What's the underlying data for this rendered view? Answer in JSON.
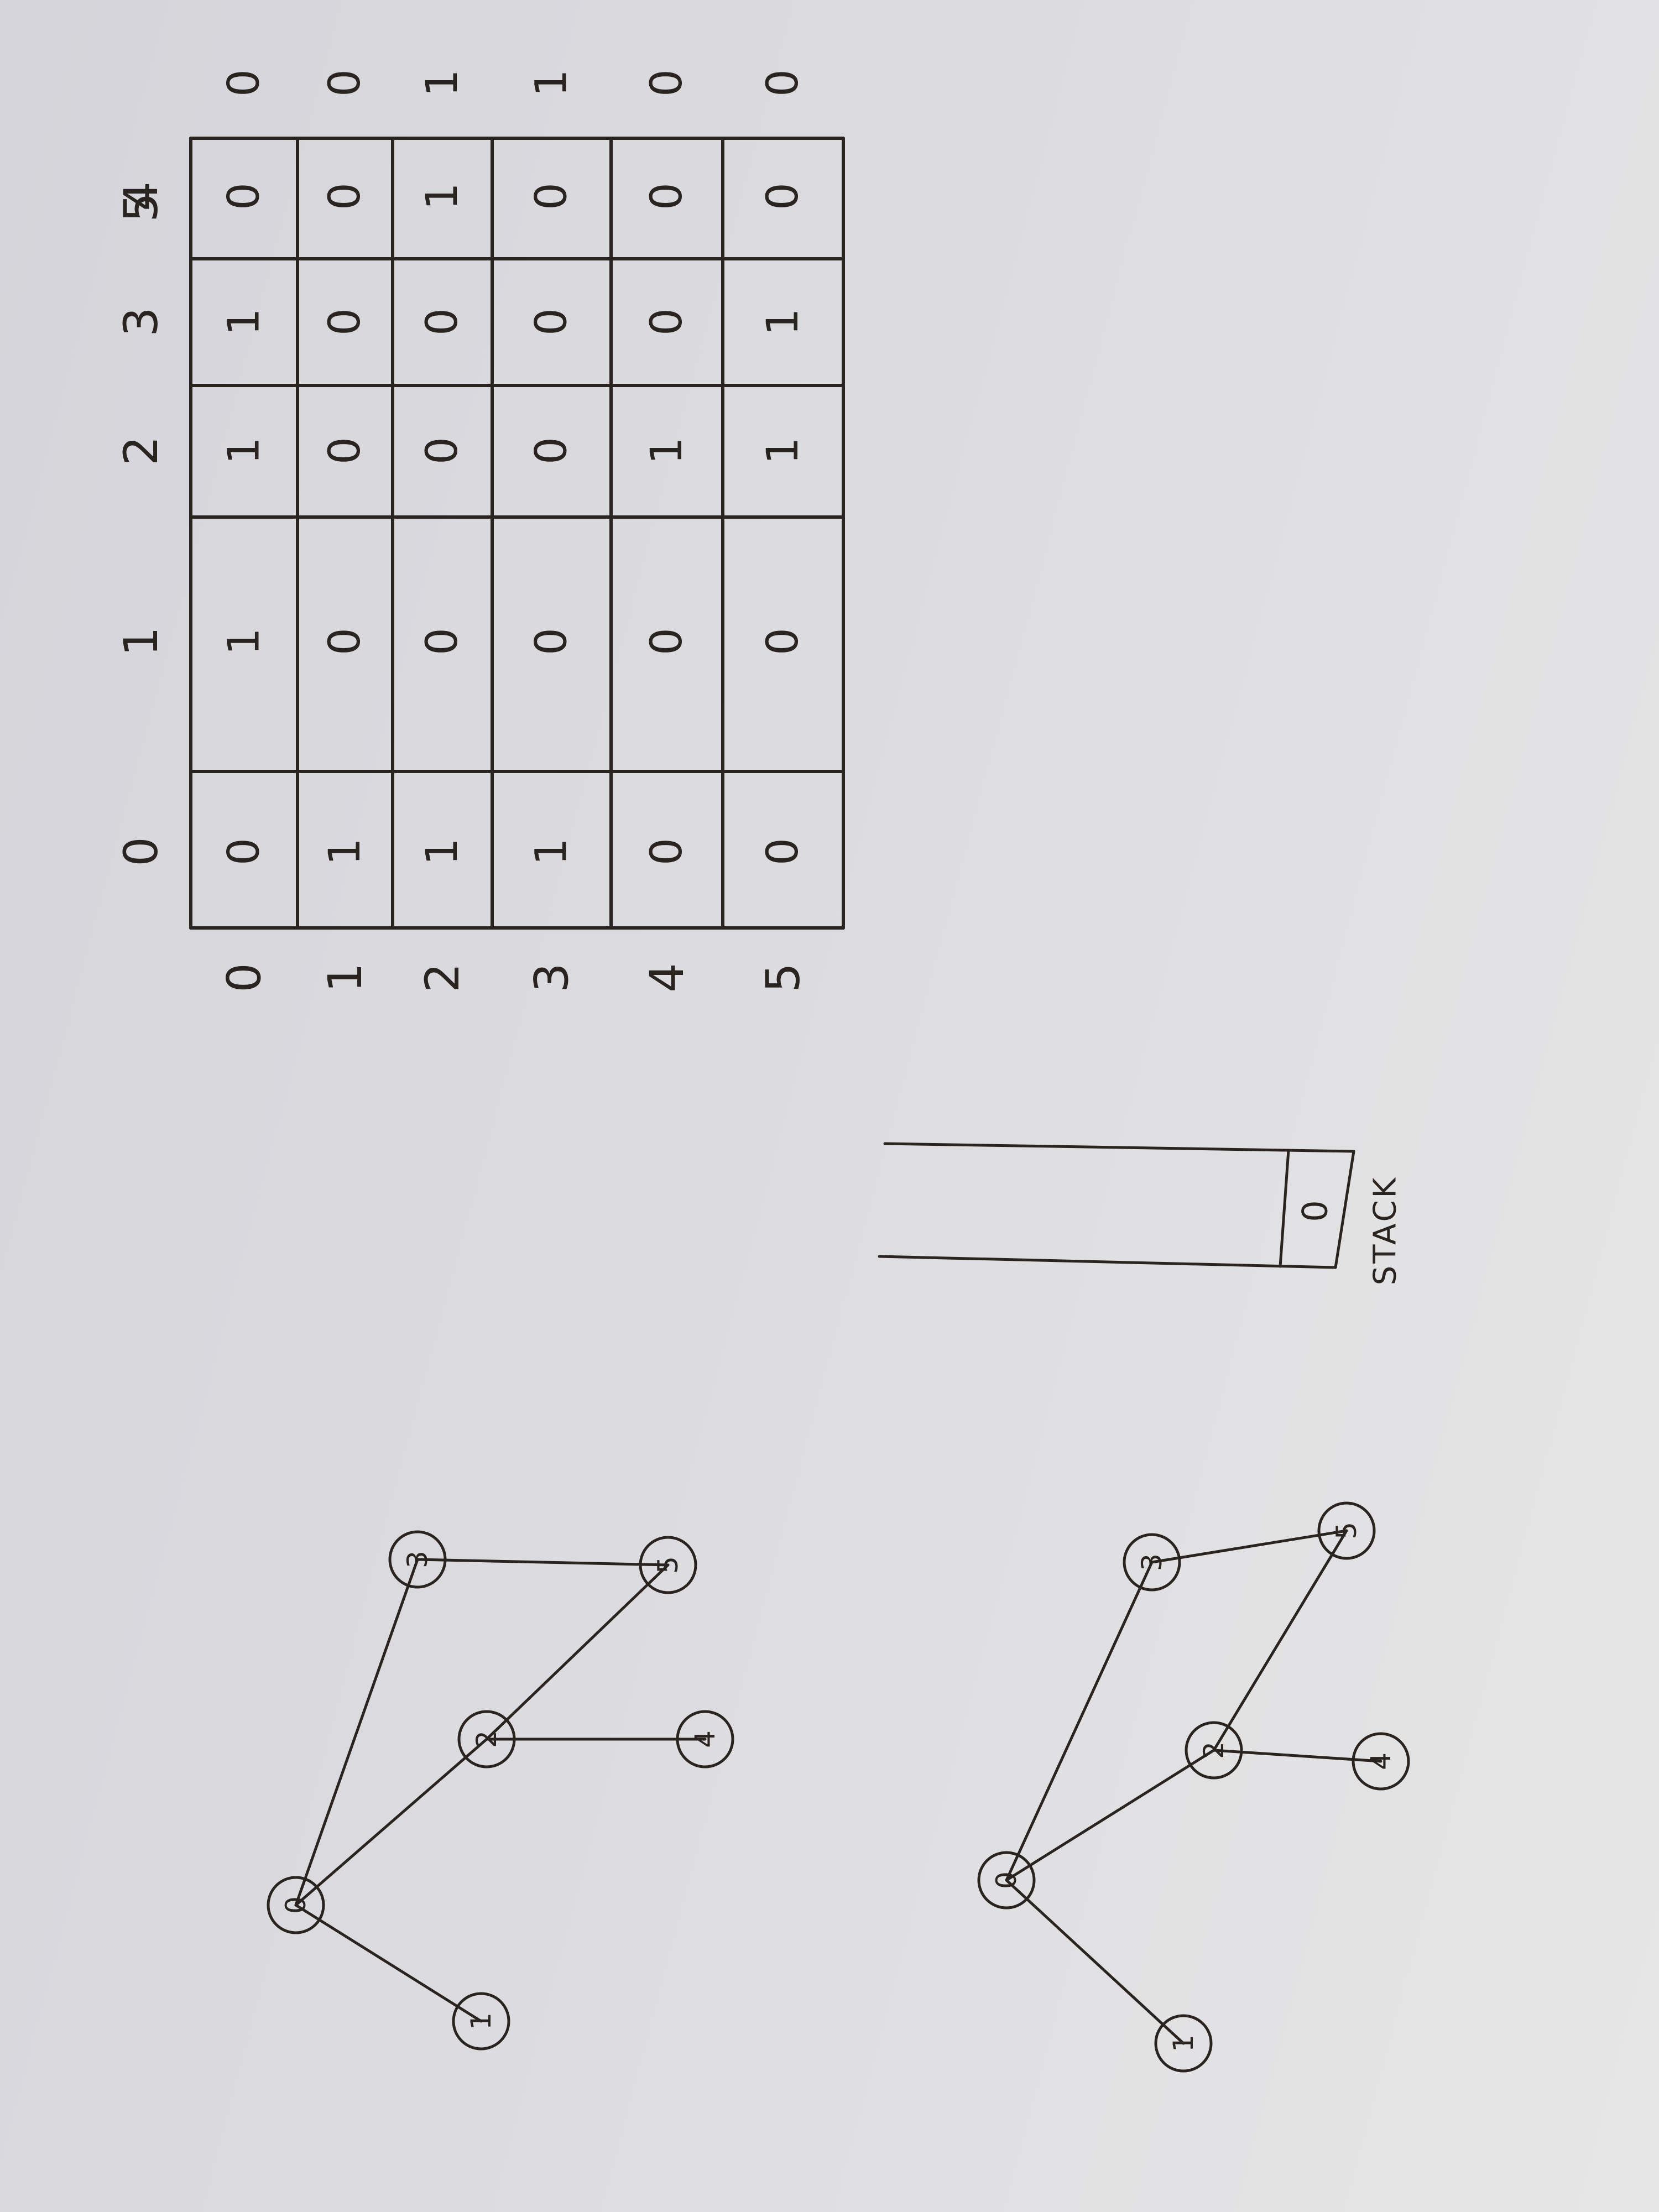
{
  "matrix": {
    "row_labels": [
      "0",
      "1",
      "2",
      "3",
      "4",
      "5"
    ],
    "col_labels": [
      "0",
      "1",
      "2",
      "3",
      "4",
      "5"
    ],
    "cells": [
      [
        "0",
        "1",
        "1",
        "1",
        "0",
        "0"
      ],
      [
        "1",
        "0",
        "0",
        "0",
        "0",
        "0"
      ],
      [
        "1",
        "0",
        "0",
        "0",
        "1",
        "1"
      ],
      [
        "1",
        "0",
        "0",
        "0",
        "0",
        "1"
      ],
      [
        "0",
        "0",
        "1",
        "0",
        "0",
        "0"
      ],
      [
        "0",
        "0",
        "1",
        "1",
        "0",
        "0"
      ]
    ]
  },
  "stack": {
    "caption": "STACK",
    "items": [
      "0"
    ]
  },
  "graphs": [
    {
      "nodes": [
        "0",
        "1",
        "2",
        "3",
        "4",
        "5"
      ],
      "edges": [
        [
          "0",
          "1"
        ],
        [
          "0",
          "2"
        ],
        [
          "0",
          "3"
        ],
        [
          "2",
          "4"
        ],
        [
          "2",
          "5"
        ],
        [
          "3",
          "5"
        ]
      ]
    },
    {
      "nodes": [
        "0",
        "1",
        "2",
        "3",
        "4",
        "5"
      ],
      "edges": [
        [
          "0",
          "1"
        ],
        [
          "0",
          "2"
        ],
        [
          "0",
          "3"
        ],
        [
          "2",
          "4"
        ],
        [
          "2",
          "5"
        ],
        [
          "3",
          "5"
        ]
      ]
    }
  ]
}
